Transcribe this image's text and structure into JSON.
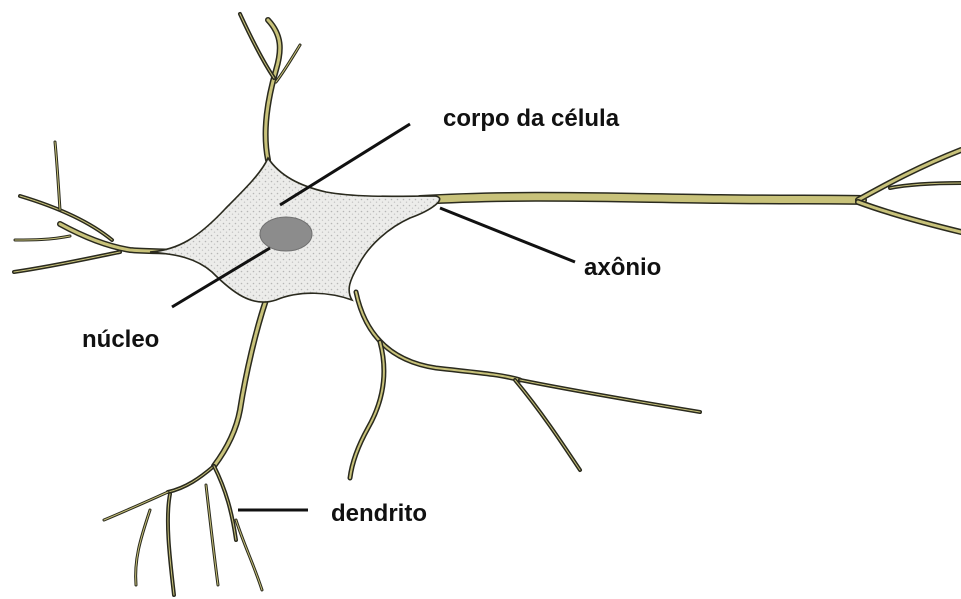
{
  "labels": {
    "cell_body": "corpo da célula",
    "axon": "axônio",
    "nucleus": "núcleo",
    "dendrite": "dendrito"
  },
  "colors": {
    "outline": "#2a2a1e",
    "fiber": "#c8c27a",
    "soma_fill": "#ececea",
    "soma_speckle": "#b8b8b8",
    "nucleus": "#8c8c8c",
    "text": "#111111"
  }
}
